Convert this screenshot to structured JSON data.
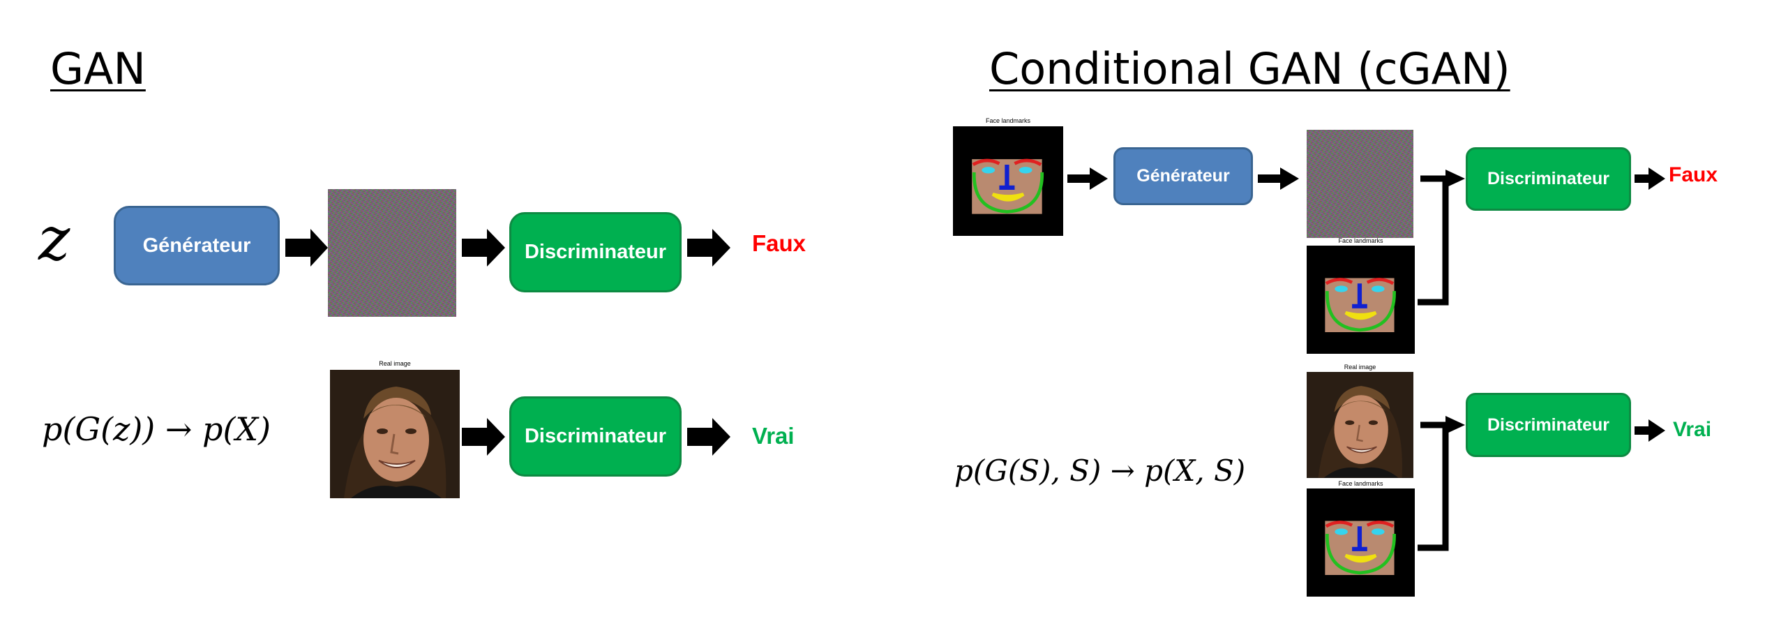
{
  "left_panel": {
    "title": "GAN",
    "z_symbol": "z",
    "formula": "p(G(z)) → p(X)",
    "generator_label": "Générateur",
    "discriminator_top_label": "Discriminateur",
    "discriminator_bottom_label": "Discriminateur",
    "output_fake": "Faux",
    "output_real": "Vrai",
    "real_image_caption": "Real image"
  },
  "right_panel": {
    "title": "Conditional GAN (cGAN)",
    "formula": "p(G(S), S) → p(X, S)",
    "generator_label": "Générateur",
    "discriminator_top_label": "Discriminateur",
    "discriminator_bottom_label": "Discriminateur",
    "output_fake": "Faux",
    "output_real": "Vrai",
    "landmarks_caption_input": "Face landmarks",
    "landmarks_caption_top": "Face landmarks",
    "real_image_caption": "Real image",
    "landmarks_caption_bottom": "Face landmarks"
  },
  "colors": {
    "generator": "#4f81bd",
    "discriminator": "#00b050",
    "fake": "#ff0000",
    "real": "#00b050",
    "arrow": "#000000"
  }
}
